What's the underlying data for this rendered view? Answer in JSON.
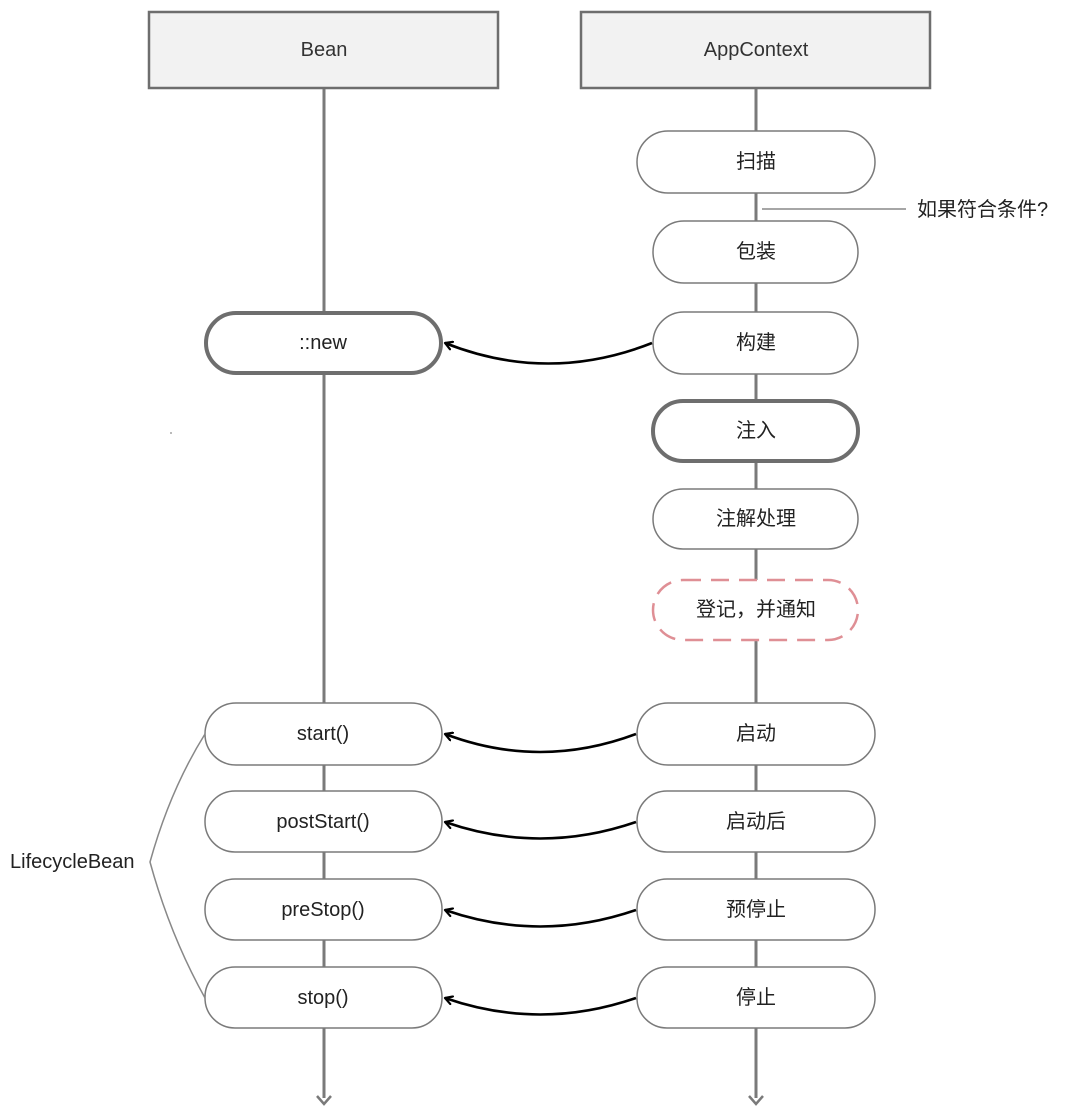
{
  "headers": {
    "bean": "Bean",
    "app_context": "AppContext"
  },
  "bean_nodes": {
    "new": "::new",
    "start": "start()",
    "post_start": "postStart()",
    "pre_stop": "preStop()",
    "stop": "stop()"
  },
  "context_nodes": {
    "scan": "扫描",
    "wrap": "包装",
    "build": "构建",
    "inject": "注入",
    "annotation": "注解处理",
    "register": "登记，并通知",
    "start": "启动",
    "after_start": "启动后",
    "pre_stop": "预停止",
    "stop": "停止"
  },
  "annotations": {
    "condition": "如果符合条件?",
    "lifecycle_group": "LifecycleBean"
  },
  "colors": {
    "line": "#7a7a7a",
    "header_fill": "#f2f2f2",
    "header_border": "#6e6e6e",
    "node_border": "#7a7a7a",
    "bold_border": "#6e6e6e",
    "dashed_border": "#df8f95",
    "arrow": "#000000"
  }
}
